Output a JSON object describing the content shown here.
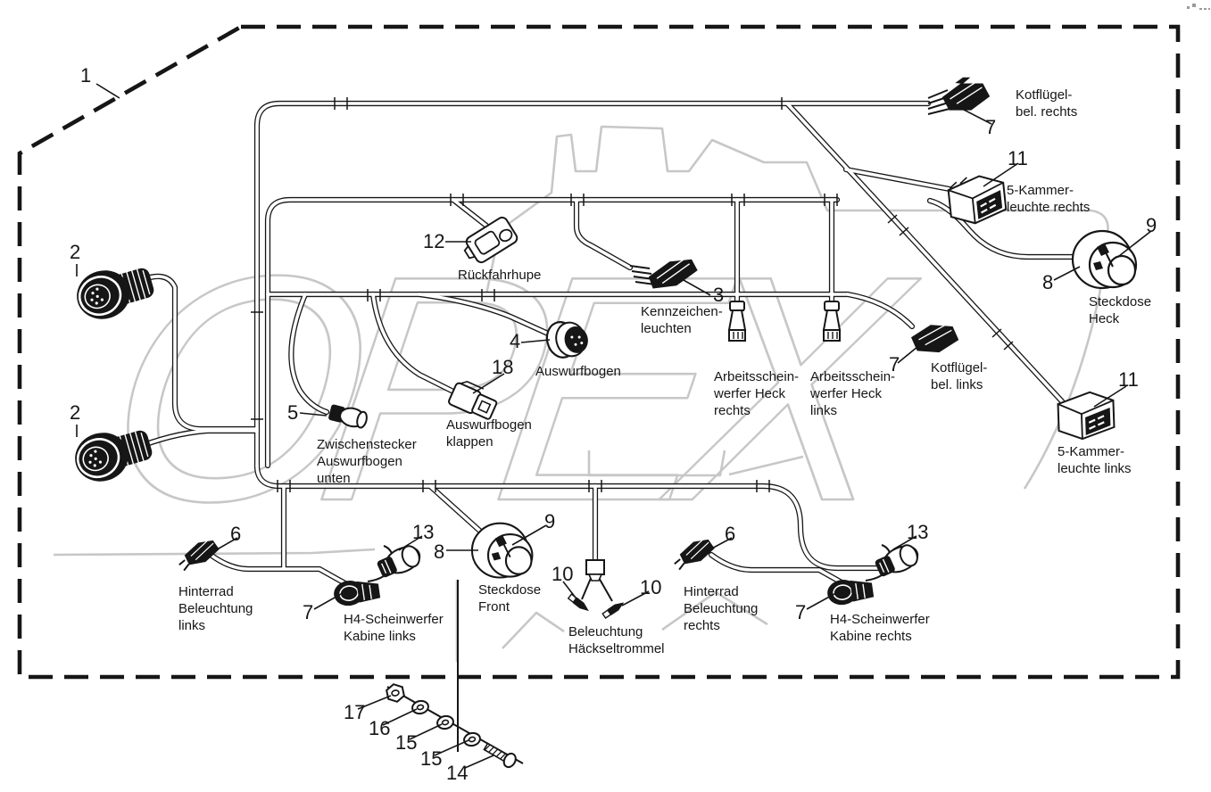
{
  "figure": {
    "frame_callout": "1",
    "watermark_text": "OPEX"
  },
  "colors": {
    "line": "#161616",
    "watermark": "#c7c7c7",
    "background": "#ffffff"
  },
  "nums": {
    "n1": "1",
    "n2": "2",
    "n3": "3",
    "n4": "4",
    "n5": "5",
    "n6": "6",
    "n7": "7",
    "n8": "8",
    "n9": "9",
    "n10": "10",
    "n11": "11",
    "n12": "12",
    "n13": "13",
    "n14": "14",
    "n15": "15",
    "n16": "16",
    "n17": "17",
    "n18": "18"
  },
  "labels": {
    "kotfluegel_rechts": "Kotflügel-\nbel. rechts",
    "kammer_rechts": "5-Kammer-\nleuchte rechts",
    "steckdose_heck": "Steckdose\nHeck",
    "kammer_links": "5-Kammer-\nleuchte links",
    "kotfluegel_links": "Kotflügel-\nbel. links",
    "rueckfahrhupe": "Rückfahrhupe",
    "kennzeichen": "Kennzeichen-\nleuchten",
    "arb_rechts": "Arbeitsschein-\nwerfer Heck\nrechts",
    "arb_links": "Arbeitsschein-\nwerfer Heck\nlinks",
    "auswurfbogen": "Auswurfbogen",
    "auswurfbogen_klappen": "Auswurfbogen\nklappen",
    "zwischenstecker": "Zwischenstecker\nAuswurfbogen\nunten",
    "hinterrad_links": "Hinterrad\nBeleuchtung\nlinks",
    "h4_links": "H4-Scheinwerfer\nKabine links",
    "steckdose_front": "Steckdose\nFront",
    "haeckseltrommel": "Beleuchtung\nHäckseltrommel",
    "hinterrad_rechts": "Hinterrad\nBeleuchtung\nrechts",
    "h4_rechts": "H4-Scheinwerfer\nKabine rechts"
  }
}
